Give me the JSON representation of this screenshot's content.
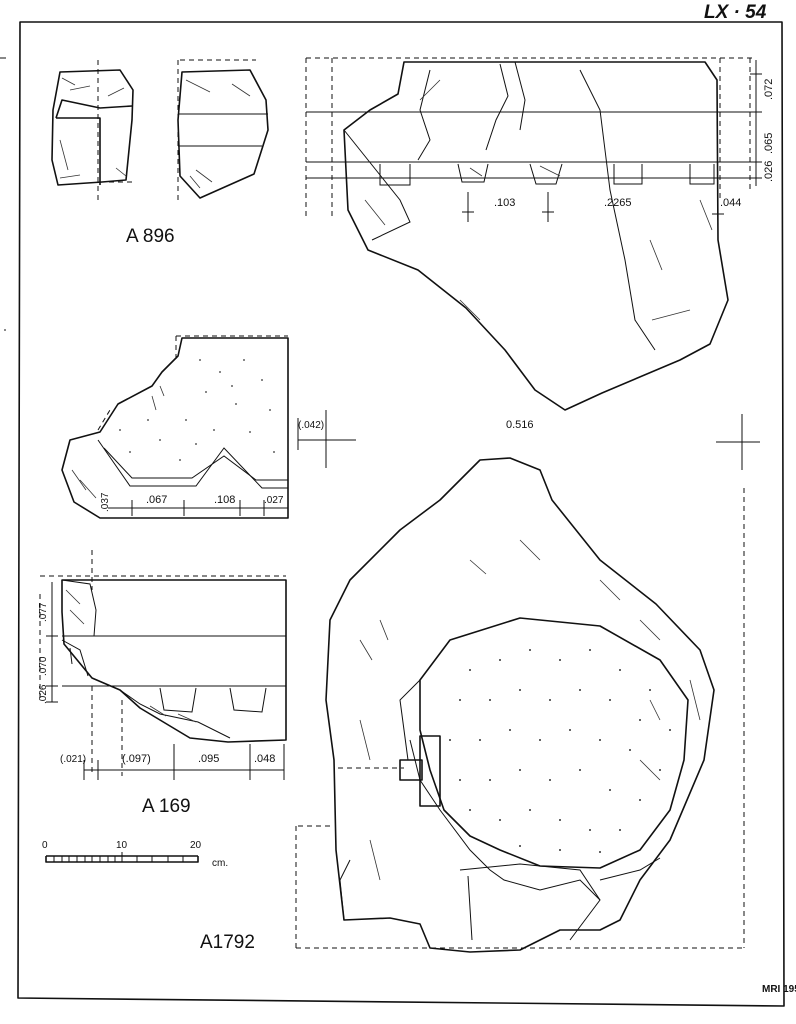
{
  "plate_number": "LX · 54",
  "initials": "MRI 195",
  "fragments": [
    {
      "id": "A 896",
      "label": "A 896"
    },
    {
      "id": "A 169",
      "label": "A 169"
    },
    {
      "id": "A1792",
      "label": "A1792"
    }
  ],
  "top_right_block": {
    "side_dims": [
      ".072",
      ".065",
      ".026"
    ],
    "bottom_dims": [
      ".103",
      ".2265",
      ".044"
    ],
    "width_label": "0.516"
  },
  "dentil_block": {
    "dims": [
      ".037",
      ".067",
      ".108",
      ".027"
    ],
    "side_dim": "(.042)"
  },
  "a169_block": {
    "side_dims": [
      ".077",
      ".070",
      ".026"
    ],
    "bottom_dims": [
      "(.021)",
      "(.097)",
      ".095",
      ".048"
    ]
  },
  "scale_bar": {
    "ticks": [
      "0",
      "10",
      "20"
    ],
    "unit": "cm."
  }
}
